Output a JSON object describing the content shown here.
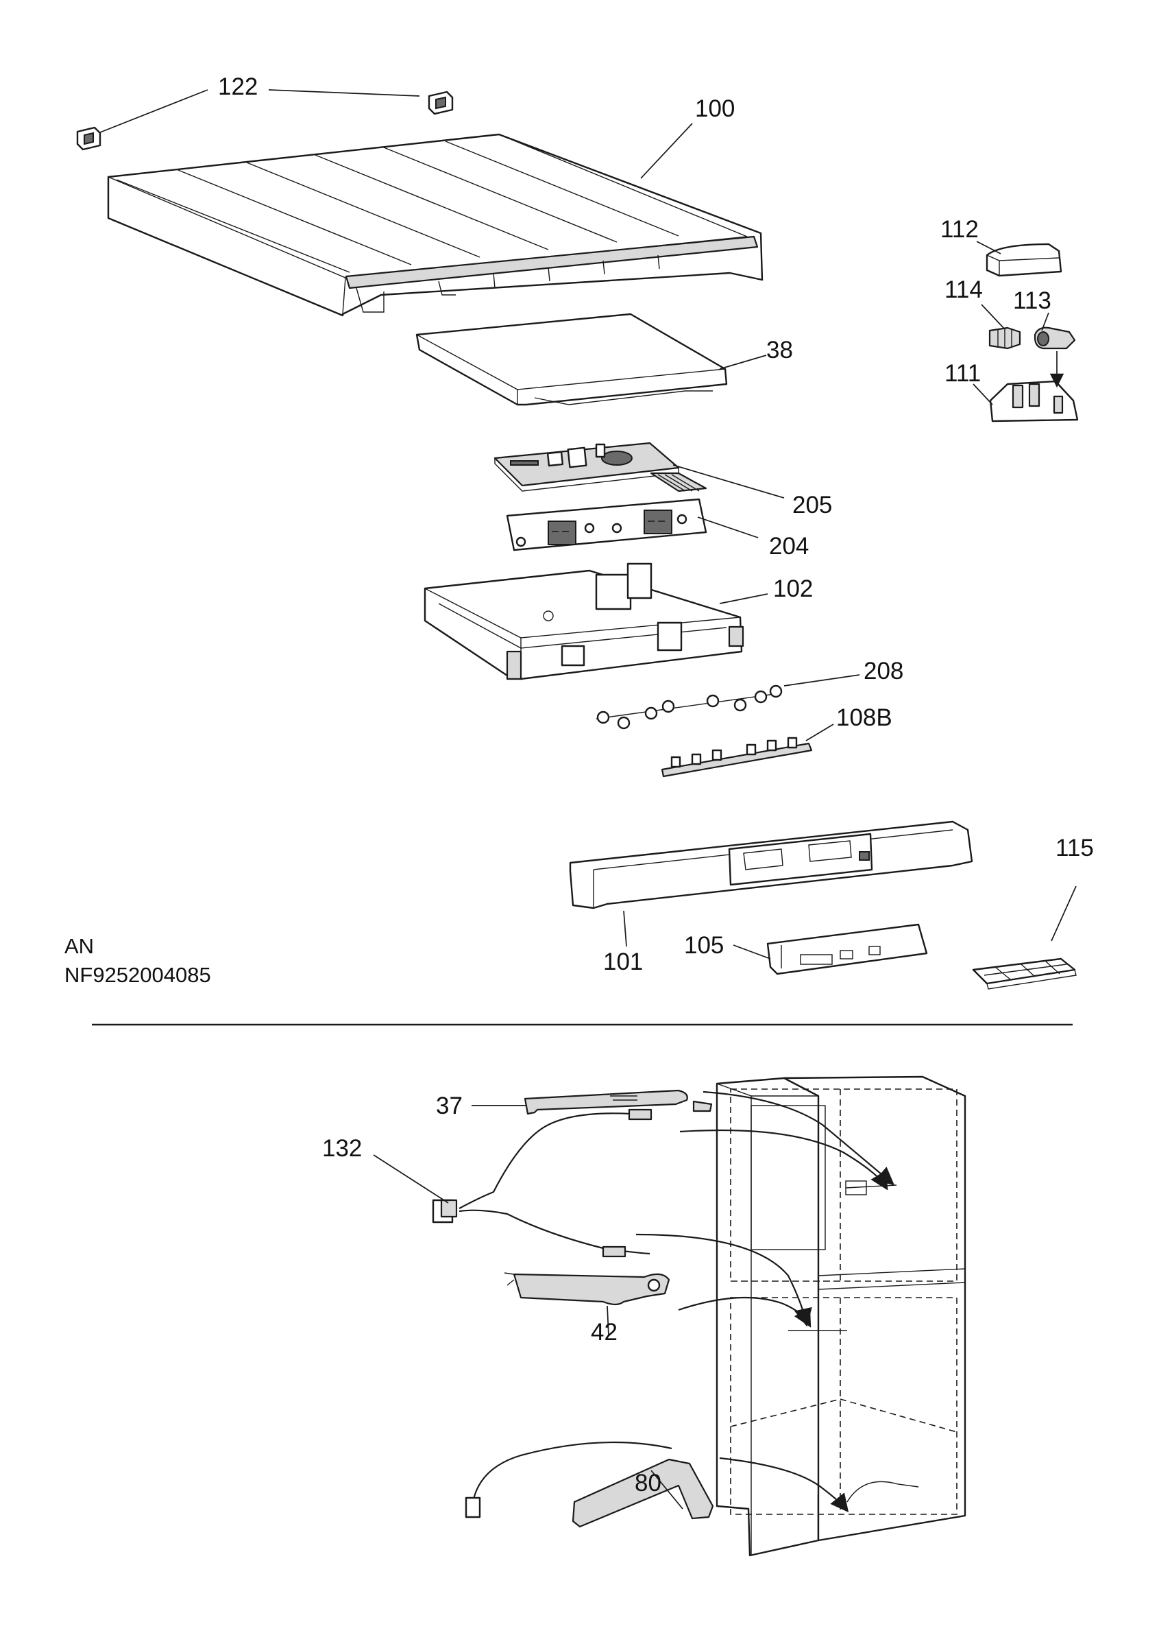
{
  "callouts": {
    "c122": "122",
    "c100": "100",
    "c112": "112",
    "c114": "114",
    "c113": "113",
    "c111": "111",
    "c38": "38",
    "c205": "205",
    "c204": "204",
    "c102": "102",
    "c208": "208",
    "c108b": "108B",
    "c115": "115",
    "c101": "101",
    "c105": "105",
    "c37": "37",
    "c132": "132",
    "c42": "42",
    "c80": "80"
  },
  "notes": {
    "line1": "AN",
    "line2": "NF9252004085"
  }
}
